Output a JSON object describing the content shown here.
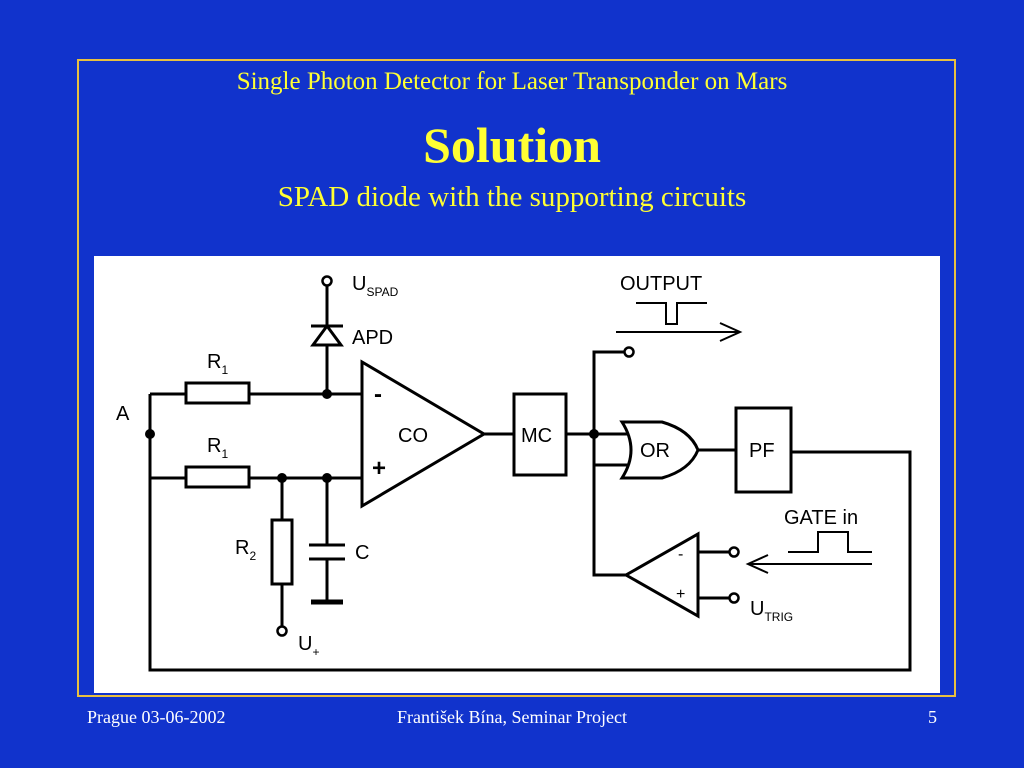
{
  "slide": {
    "presentation_title": "Single Photon Detector for Laser Transponder on Mars",
    "title": "Solution",
    "subtitle": "SPAD diode with the supporting circuits"
  },
  "diagram": {
    "labels": {
      "node_a": "A",
      "r1_top": "R",
      "r1_top_sub": "1",
      "r1_bottom": "R",
      "r1_bottom_sub": "1",
      "r2": "R",
      "r2_sub": "2",
      "capacitor": "C",
      "u_spad": "U",
      "u_spad_sub": "SPAD",
      "apd": "APD",
      "comparator": "CO",
      "comparator_minus": "-",
      "comparator_plus": "+",
      "monostable": "MC",
      "or_gate": "OR",
      "pf": "PF",
      "output": "OUTPUT",
      "gate_in": "GATE in",
      "u_trig": "U",
      "u_trig_sub": "TRIG",
      "u_plus": "U",
      "u_plus_sub": "+",
      "gate_comp_minus": "-",
      "gate_comp_plus": "+"
    }
  },
  "footer": {
    "left": "Prague 03-06-2002",
    "center": "František Bína, Seminar Project",
    "page_number": "5"
  },
  "colors": {
    "background": "#1133cc",
    "accent_text": "#ffff33",
    "frame_border": "#e8c040"
  }
}
